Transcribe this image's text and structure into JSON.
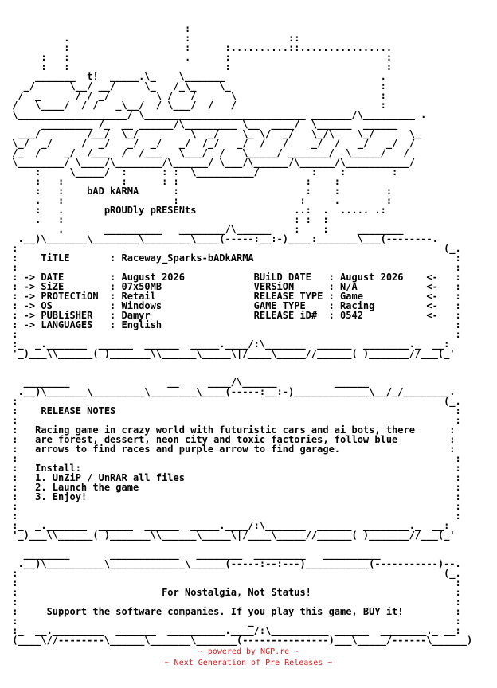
{
  "nfo": {
    "text": "                               :\n          .                    :                 ::\n          :                    :      :..........::................\n      :   :                    .      :                           :\n      :   :                           :                           :\n     _______  t!  _____.\\_    \\_______                           .\n   _/      \\__/ __/     \\_   /_\\_    \\_                          :\n  /  _      / / _/        \\ /   /      \\                         :\n /   \\____/  / /   _\\__/  / \\___/  /   /                         :\n \\___________________/ \\____________________________ _______/\\_________ .\n      _________ /_  __ ______/\\_________ \\__  ____/  \\______  ______\n  ___/        /__/  \\_/         \\  _/    \\_ \\/  _/   \\_/\\    \\_/      \\_\n \\_/  _/     /  _/   _/  _/   _/  /_/   _/  /   /    _/  /   _/   _/  /\n /_  /    _/  /___  /  /___   \\___/  /   \\_____/ _______/  \\_____/   /\n \\________/ \\____/\\________/\\______/ \\___/\\______/\\______/\\___________/\n     :     \\_____/  :      : :  \\__________/         :    :        :\n     :   :          :      : :                      :    :\n     :   :    bAD kARMA      :                      :    :        :\n     .   :                   :                     :     .        :\n     :   .       pROUDly pRESENts                 ..:  .  ..... .:\n     .   :                                        : :  :\n         .       __________   ________/\\______    :    :     ________\n  .__)\\_______\\________\\________\\____(-----:__:-)____:_______\\___(--------.\n :                                                                          (_.\n :    TiTLE       : Raceway_Sparks-bADkARMA                                   :\n :                                                                            :\n : -> DATE        : August 2026            BUiLD DATE   : August 2026    <-   :\n : -> SiZE        : 07x50MB                VERSiON      : N/A            <-   :\n : -> PROTECTiON  : Retail                 RELEASE TYPE : Game           <-   :\n : -> OS          : Windows                GAME TYPE    : Racing         <-   :\n : -> PUBLiSHER   : Damyr                  RELEASE iD#  : 0542           <-   :\n : -> LANGUAGES   : English                                                   :\n :                                                                            :\n :_  _._______  ______  ______  _____.____/:\\_______  ______  ________._  __:\n '_)___\\\\______( )_______\\\\______\\_____\\|/____\\_____//______( )_______//___(_'\n\n\n   ________                 __     ____/\\______          ______\n  .__)\\_______\\_________\\________\\____(-----:__:-)_____________\\__/_/________.\n :                                                                          (_.\n :    RELEASE NOTES                                                           :\n :                                                                            :\n :   Racing game in crazy world with futuristic cars and ai bots, there      :\n :   are forest, dessert, neon city and toxic factories, follow blue         :\n :   arrows to find races and purple arrow to find garage.                   :\n :                                                                            :\n :   Install:                                                                 :\n :   1. UnZiP / UnRAR all files                                               :\n :   2. Launch the game                                                       :\n :   3. Enjoy!                                                                :\n :                                                                            :\n :                                                                            :\n :_  _._______  ______  ______  _____.____/:\\_______  ______  ________._  __:\n '_)___\\\\______( )_______\\\\______\\_____\\|/____\\_____//______( )_______//___(_'\n\n   ________       ____________   ________  _________   __________\n  .__)\\__________\\_____________\\______(-----:--:---)___________(-----------)--.\n :                                                                          (_.\n :                                                                            :\n :                         For Nostalgia, Not Status!                         :\n :                                                                            :\n :     Support the software companies. If you play this game, BUY it!         :\n :                                        _                                   :\n :_  __._________  _______  __________.____/:\\__________ ______  ________._ __:\n (____\\//--------\\______\\_______\\_______(---------------)___\\_____/------\\______)"
  },
  "footer": {
    "line1": "~ powered by NGP.re ~",
    "line2": "~ Next Generation of Pre Releases ~"
  }
}
